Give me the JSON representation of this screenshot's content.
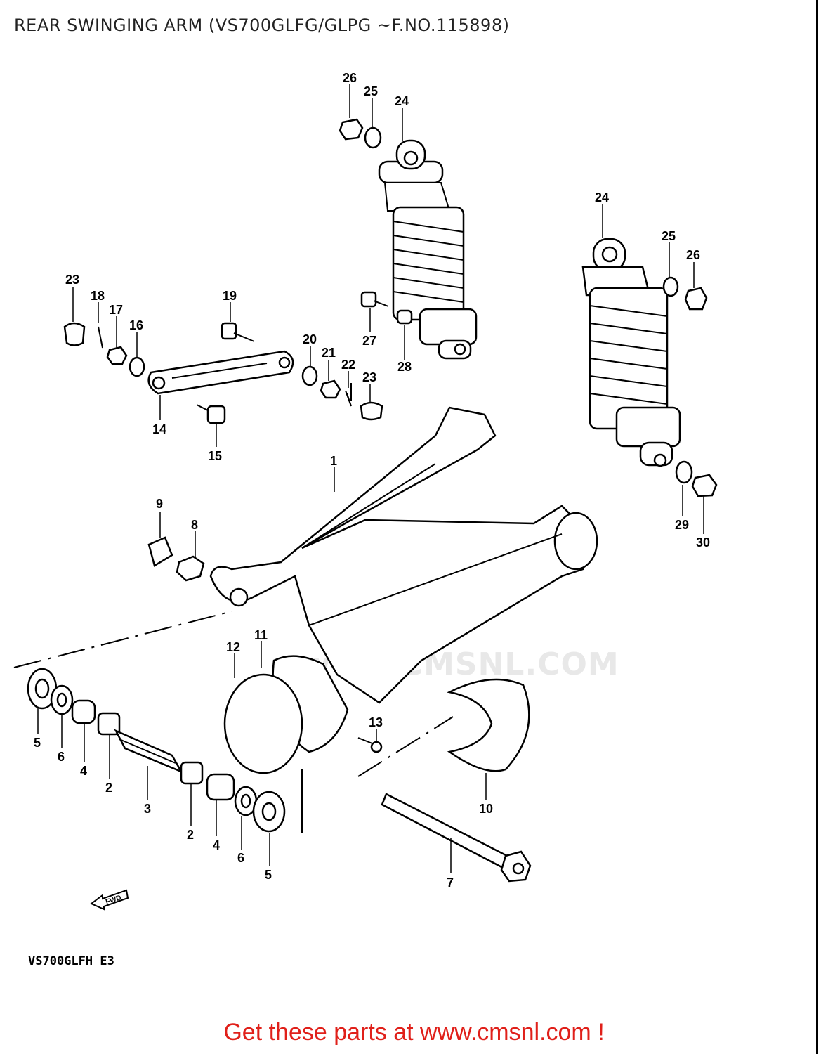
{
  "title": "REAR SWINGING ARM (VS700GLFG/GLPG ~F.NO.115898)",
  "model_code": "VS700GLFH  E3",
  "footer_text": "Get these parts at www.cmsnl.com !",
  "watermark_text": "www.CMSNL.COM",
  "fwd_label": "FWD",
  "colors": {
    "footer": "#e0201a",
    "watermark": "#e8e8e8"
  },
  "callouts": [
    {
      "id": "c26a",
      "text": "26"
    },
    {
      "id": "c25a",
      "text": "25"
    },
    {
      "id": "c24a",
      "text": "24"
    },
    {
      "id": "c24b",
      "text": "24"
    },
    {
      "id": "c25b",
      "text": "25"
    },
    {
      "id": "c26b",
      "text": "26"
    },
    {
      "id": "c23a",
      "text": "23"
    },
    {
      "id": "c18",
      "text": "18"
    },
    {
      "id": "c17",
      "text": "17"
    },
    {
      "id": "c16",
      "text": "16"
    },
    {
      "id": "c19",
      "text": "19"
    },
    {
      "id": "c27",
      "text": "27"
    },
    {
      "id": "c28",
      "text": "28"
    },
    {
      "id": "c20",
      "text": "20"
    },
    {
      "id": "c21",
      "text": "21"
    },
    {
      "id": "c22",
      "text": "22"
    },
    {
      "id": "c23b",
      "text": "23"
    },
    {
      "id": "c14",
      "text": "14"
    },
    {
      "id": "c15",
      "text": "15"
    },
    {
      "id": "c1",
      "text": "1"
    },
    {
      "id": "c9",
      "text": "9"
    },
    {
      "id": "c8",
      "text": "8"
    },
    {
      "id": "c29",
      "text": "29"
    },
    {
      "id": "c30",
      "text": "30"
    },
    {
      "id": "c11",
      "text": "11"
    },
    {
      "id": "c12",
      "text": "12"
    },
    {
      "id": "c13",
      "text": "13"
    },
    {
      "id": "c5a",
      "text": "5"
    },
    {
      "id": "c6a",
      "text": "6"
    },
    {
      "id": "c4a",
      "text": "4"
    },
    {
      "id": "c2a",
      "text": "2"
    },
    {
      "id": "c3",
      "text": "3"
    },
    {
      "id": "c2b",
      "text": "2"
    },
    {
      "id": "c4b",
      "text": "4"
    },
    {
      "id": "c6b",
      "text": "6"
    },
    {
      "id": "c5b",
      "text": "5"
    },
    {
      "id": "c10",
      "text": "10"
    },
    {
      "id": "c7",
      "text": "7"
    }
  ]
}
